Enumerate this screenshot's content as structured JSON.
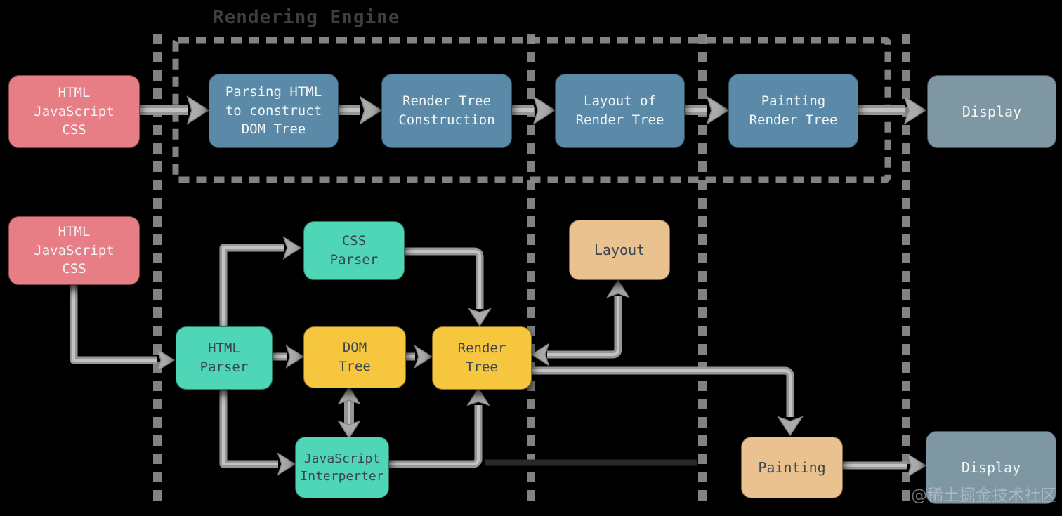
{
  "diagram": {
    "title": "Rendering Engine",
    "watermark": "@稀土掘金技术社区",
    "colors": {
      "background": "#000000",
      "source_box": "#e87e85",
      "pipeline_box": "#5a8aa8",
      "display_box": "#7f97a3",
      "parser_box": "#4fd6b7",
      "tree_box": "#f5c63e",
      "layout_paint_box": "#e9c28f",
      "arrow": "#969696",
      "dashed_line": "#8d8d8d",
      "title_text": "#3e3e3e"
    },
    "nodes": {
      "source_top": "HTML\nJavaScript\nCSS",
      "parsing_html": "Parsing HTML\nto construct\nDOM Tree",
      "render_tree_construction": "Render Tree\nConstruction",
      "layout_of_render_tree": "Layout of\nRender Tree",
      "painting_render_tree": "Painting\nRender Tree",
      "display_top": "Display",
      "source_bottom": "HTML\nJavaScript\nCSS",
      "css_parser": "CSS\nParser",
      "html_parser": "HTML\nParser",
      "dom_tree": "DOM\nTree",
      "render_tree": "Render\nTree",
      "js_interpreter": "JavaScript\nInterperter",
      "layout": "Layout",
      "painting": "Painting",
      "display_bottom": "Display"
    },
    "edges": [
      "source_top -> parsing_html",
      "parsing_html -> render_tree_construction",
      "render_tree_construction -> layout_of_render_tree",
      "layout_of_render_tree -> painting_render_tree",
      "painting_render_tree -> display_top",
      "source_bottom -> html_parser",
      "html_parser -> css_parser",
      "html_parser -> dom_tree",
      "html_parser -> js_interpreter",
      "css_parser -> render_tree",
      "dom_tree -> render_tree",
      "dom_tree <-> js_interpreter",
      "js_interpreter -> render_tree",
      "render_tree <-> layout",
      "render_tree -> painting",
      "painting -> display_bottom"
    ]
  }
}
